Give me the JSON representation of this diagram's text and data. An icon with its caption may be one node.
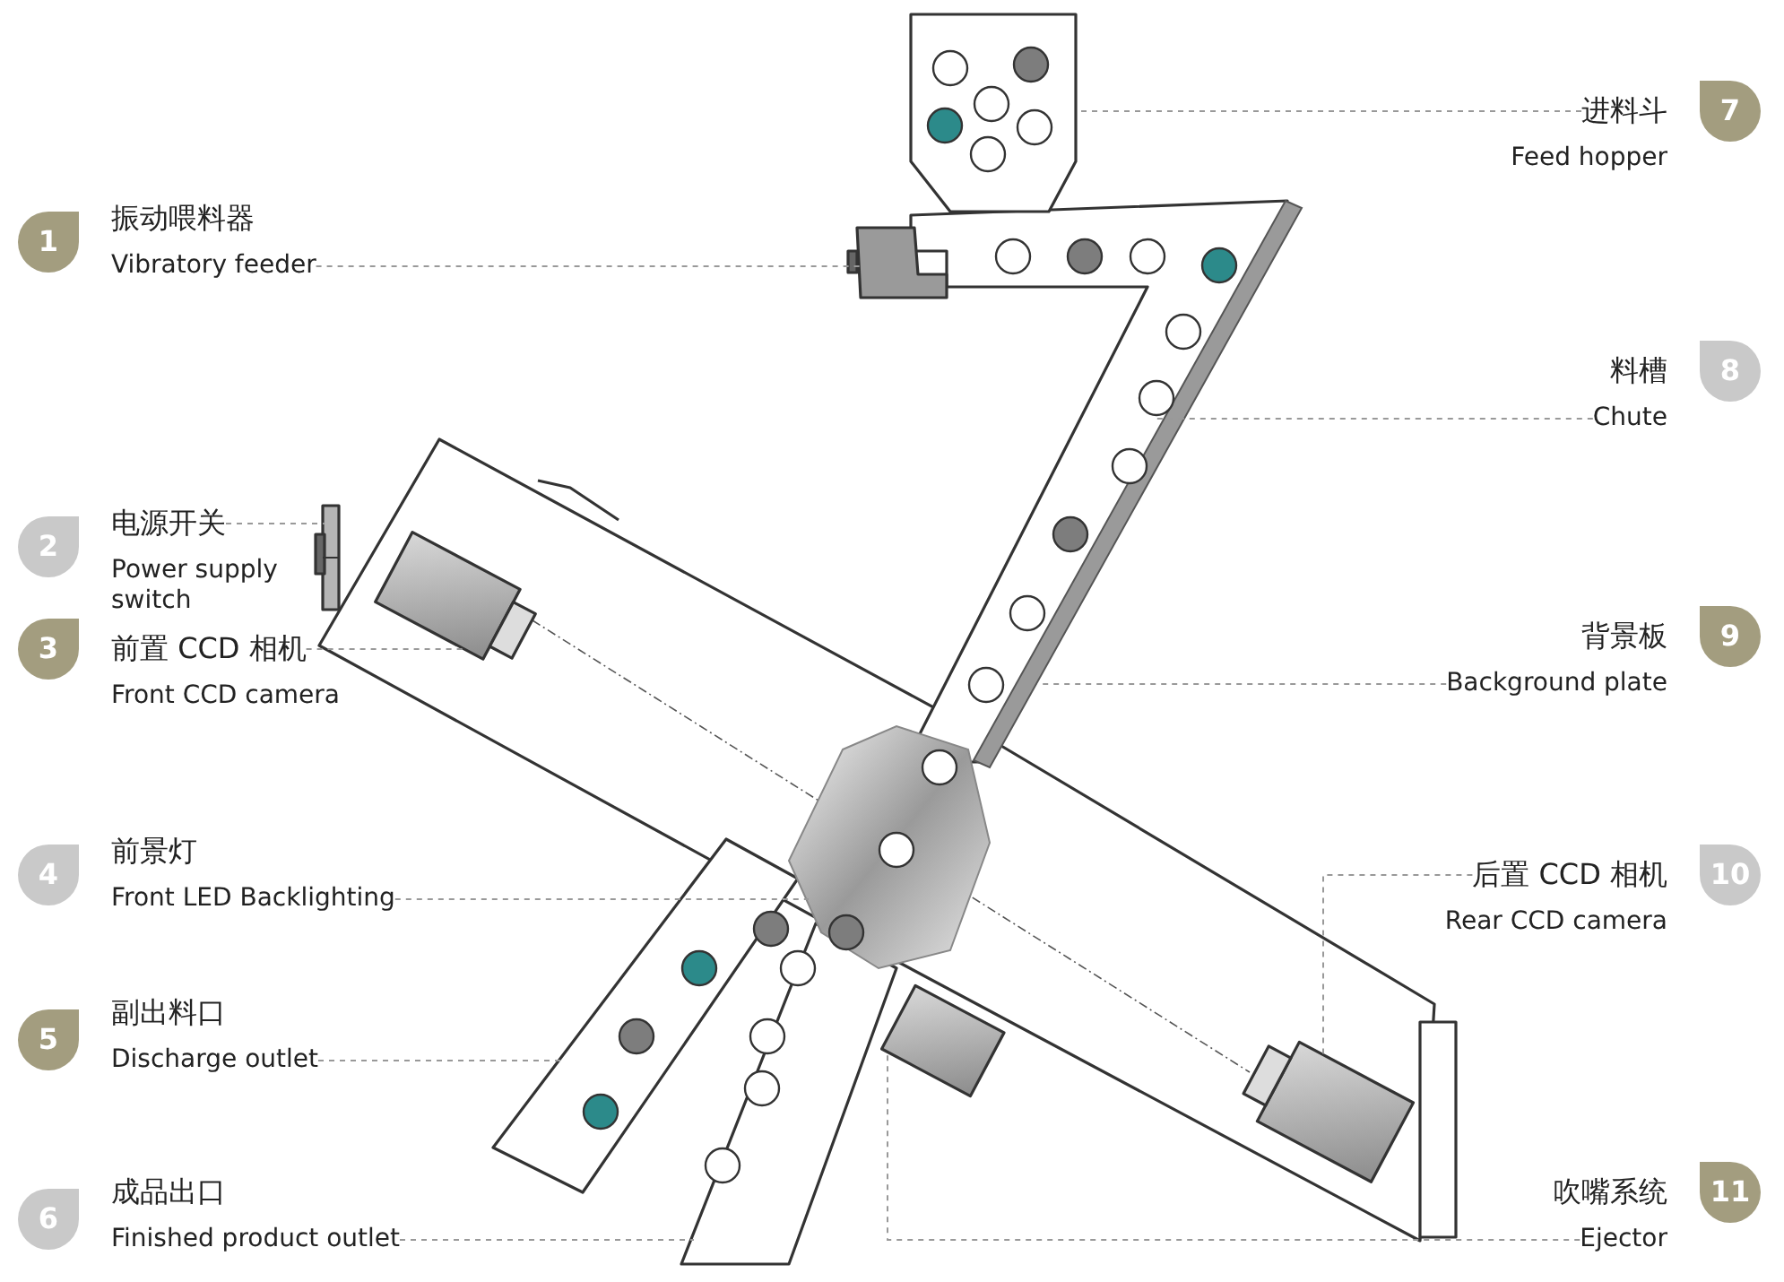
{
  "diagram": {
    "nodes": [
      {
        "text": [
          "振动喂料器",
          "Vibratory feeder"
        ],
        "beside": [
          "1"
        ]
      },
      {
        "text": [
          "电源开关",
          "Power supply switch"
        ],
        "beside": [
          "2"
        ]
      },
      {
        "text": [
          "前置 CCD 相机",
          "Front CCD camera"
        ],
        "beside": [
          "3"
        ]
      },
      {
        "text": [
          "前景灯",
          "Front LED Backlighting"
        ],
        "beside": [
          "4"
        ]
      },
      {
        "text": [
          "副出料口",
          "Discharge outlet"
        ],
        "beside": [
          "5"
        ]
      },
      {
        "text": [
          "成品出口",
          "Finished product outlet"
        ],
        "beside": [
          "6"
        ]
      },
      {
        "text": [
          "进料斗",
          "Feed hopper"
        ],
        "beside": [
          "7"
        ]
      },
      {
        "text": [
          "料槽",
          "Chute"
        ],
        "beside": [
          "8"
        ]
      },
      {
        "text": [
          "背景板",
          "Background plate"
        ],
        "beside": [
          "9"
        ]
      },
      {
        "text": [
          "后置 CCD 相机",
          "Rear CCD camera"
        ],
        "beside": [
          "10"
        ]
      },
      {
        "text": [
          "吹嘴系统",
          "Ejector"
        ],
        "beside": [
          "11"
        ]
      },
      {
        "text": [],
        "shape": "picture"
      },
      {
        "text": [],
        "shape": "picture"
      },
      {
        "text": [],
        "shape": "picture"
      },
      {
        "text": [],
        "shape": "picture"
      },
      {
        "text": [],
        "shape": "picture"
      },
      {
        "text": [],
        "shape": "picture"
      },
      {
        "text": [],
        "shape": "picture"
      },
      {
        "text": [],
        "shape": "picture"
      },
      {
        "text": [],
        "shape": "picture"
      },
      {
        "text": [],
        "shape": "picture"
      },
      {
        "text": [],
        "shape": "picture"
      }
    ],
    "edges": [
      {
        "from": 0,
        "to": 11,
        "arrow": "none",
        "style": "dashed"
      },
      {
        "from": 1,
        "to": 12,
        "arrow": "none",
        "style": "dashed"
      },
      {
        "from": 2,
        "to": 13,
        "arrow": "none",
        "style": "dashed"
      },
      {
        "from": 3,
        "to": 14,
        "arrow": "none",
        "style": "dashed"
      },
      {
        "from": 4,
        "to": 15,
        "arrow": "none",
        "style": "dashed"
      },
      {
        "from": 5,
        "to": 16,
        "arrow": "none",
        "style": "dashed"
      },
      {
        "from": 6,
        "to": 17,
        "arrow": "none",
        "style": "dashed"
      },
      {
        "from": 7,
        "to": 18,
        "arrow": "none",
        "style": "dashed"
      },
      {
        "from": 8,
        "to": 19,
        "arrow": "none",
        "style": "dashed"
      },
      {
        "from": 9,
        "to": 20,
        "arrow": "none",
        "style": "dashed"
      },
      {
        "from": 10,
        "to": 21,
        "arrow": "none",
        "style": "dashed"
      }
    ]
  }
}
